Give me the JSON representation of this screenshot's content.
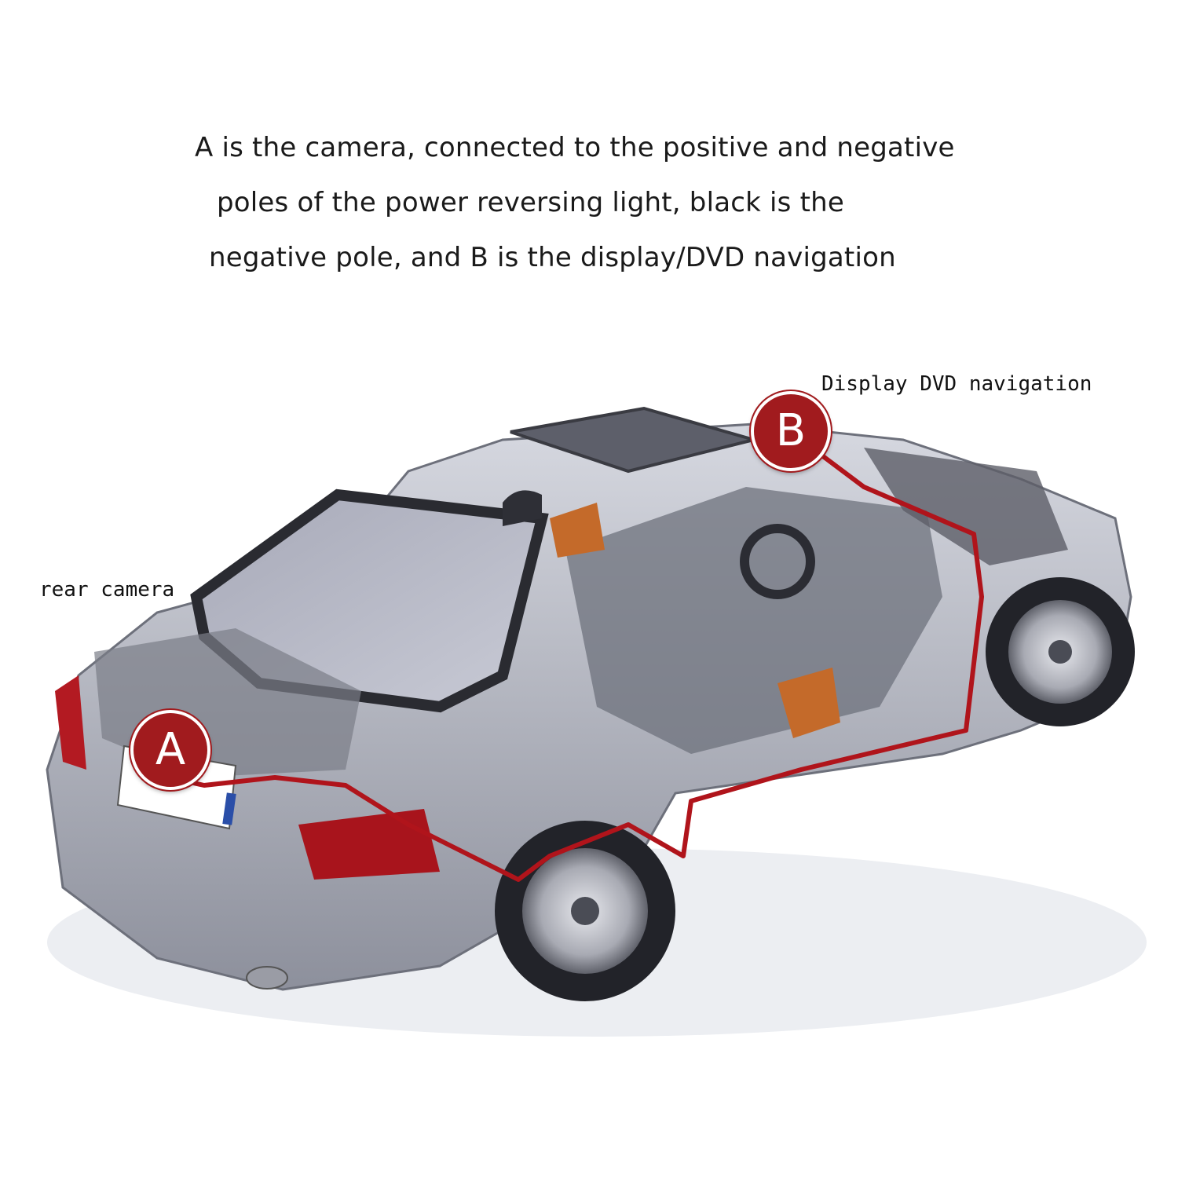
{
  "description": {
    "line1": "A is the camera, connected to the positive and negative",
    "line2": "poles of the power reversing light, black is the",
    "line3": "negative pole, and B is the display/DVD navigation"
  },
  "labels": {
    "b_callout": "Display DVD navigation",
    "a_callout": "rear camera"
  },
  "markers": {
    "a": "A",
    "b": "B"
  },
  "colors": {
    "marker": "#a11b1e",
    "wire": "#b0141b",
    "body": "#b9bcc8"
  }
}
